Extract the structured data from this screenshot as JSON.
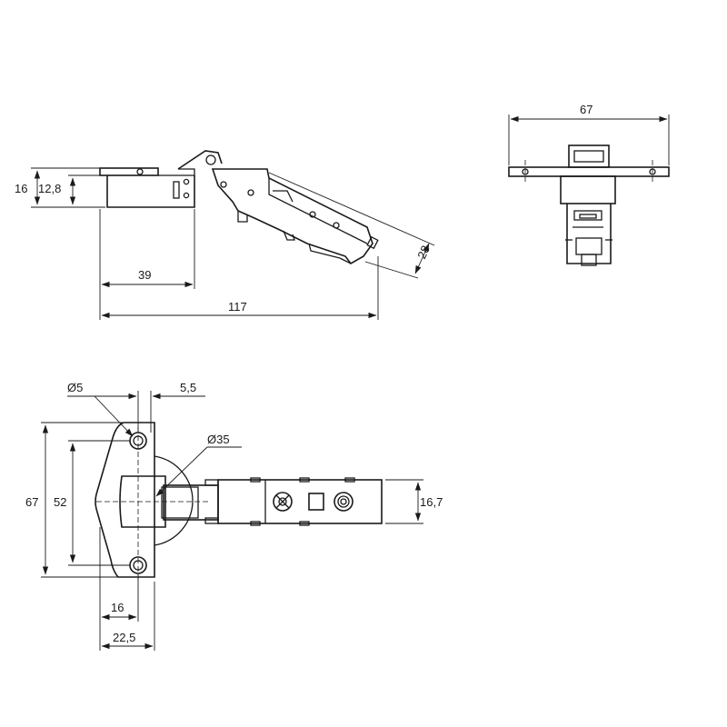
{
  "dimensions": {
    "side_height_total": "16",
    "side_plate_height": "12,8",
    "side_cup_offset": "39",
    "side_length_total": "117",
    "side_arm_height": "28",
    "front_plate_width": "67",
    "plan_hole_dia": "Ø5",
    "plan_hole_offset": "5,5",
    "plan_cup_dia": "Ø35",
    "plan_plate_height": "67",
    "plan_hole_spacing": "52",
    "plan_arm_width": "16,7",
    "plan_hole_x": "16",
    "plan_plate_width": "22,5"
  }
}
